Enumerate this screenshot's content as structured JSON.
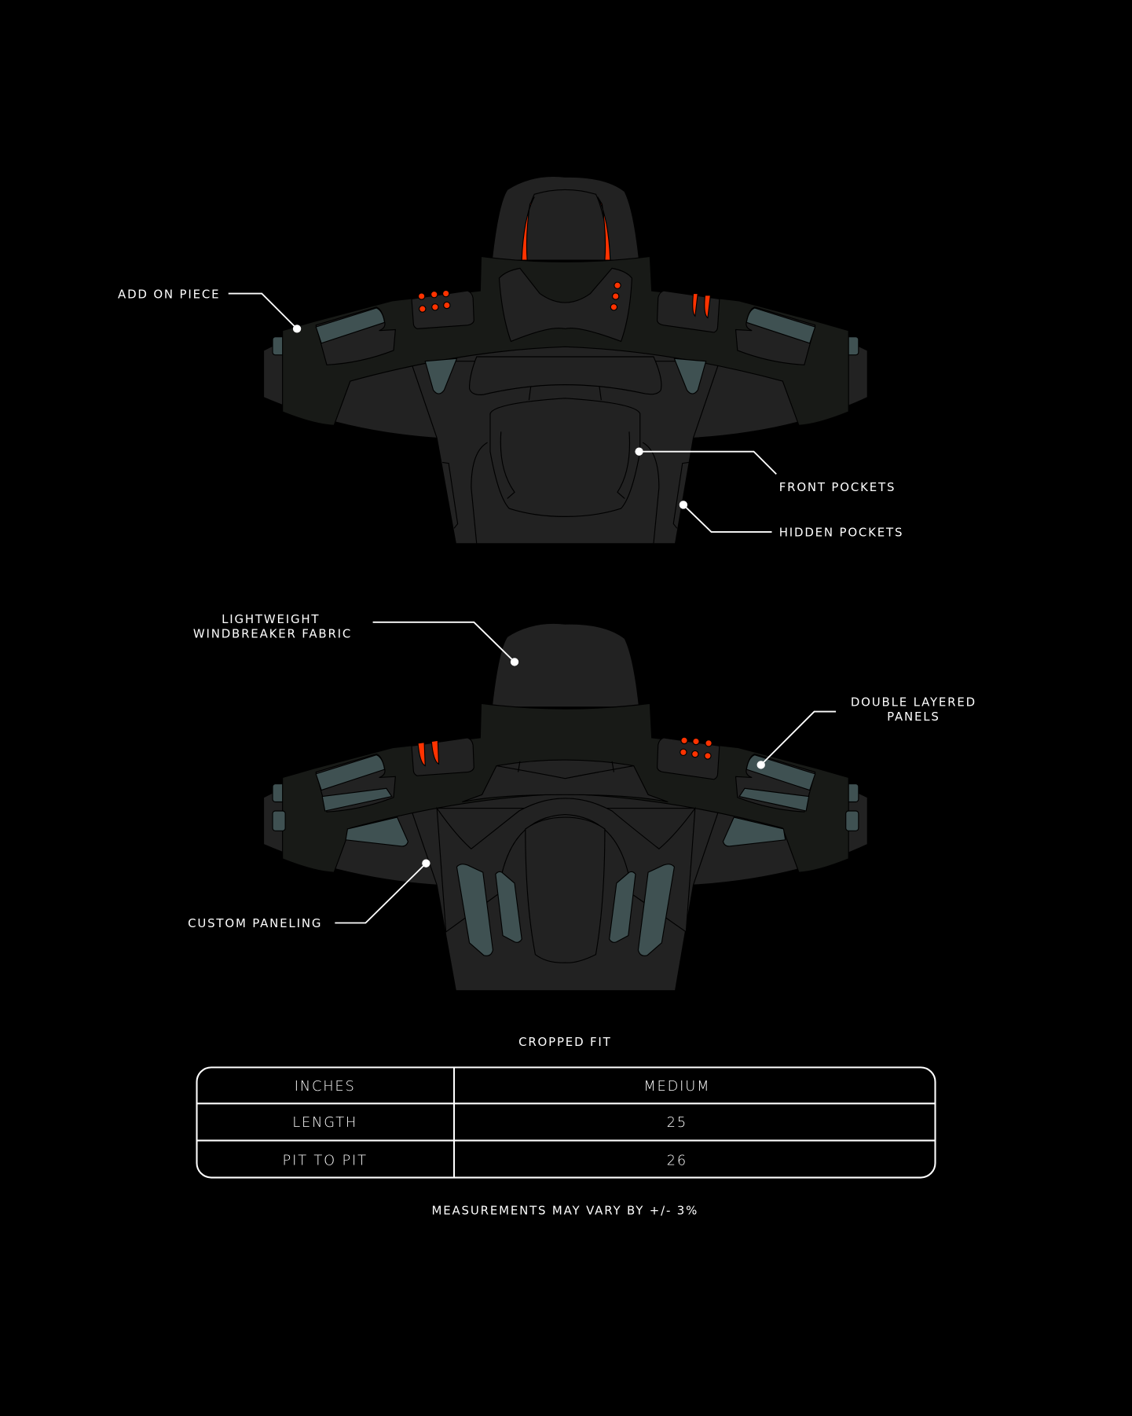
{
  "callouts": {
    "add_on_piece": "ADD ON PIECE",
    "front_pockets": "FRONT POCKETS",
    "hidden_pockets": "HIDDEN POCKETS",
    "lightweight_line1": "LIGHTWEIGHT",
    "lightweight_line2": "WINDBREAKER FABRIC",
    "double_layered_line1": "DOUBLE LAYERED",
    "double_layered_line2": "PANELS",
    "custom_paneling": "CUSTOM PANELING"
  },
  "size_chart": {
    "title": "CROPPED FIT",
    "header": [
      "INCHES",
      "MEDIUM"
    ],
    "rows": [
      [
        "LENGTH",
        "25"
      ],
      [
        "PIT TO PIT",
        "26"
      ]
    ],
    "note": "MEASUREMENTS MAY VARY BY +/- 3%"
  },
  "colors": {
    "background": "#000000",
    "fabric": "#222222",
    "yoke": "#181a17",
    "panel": "#3f5152",
    "accent": "#ff3300"
  }
}
